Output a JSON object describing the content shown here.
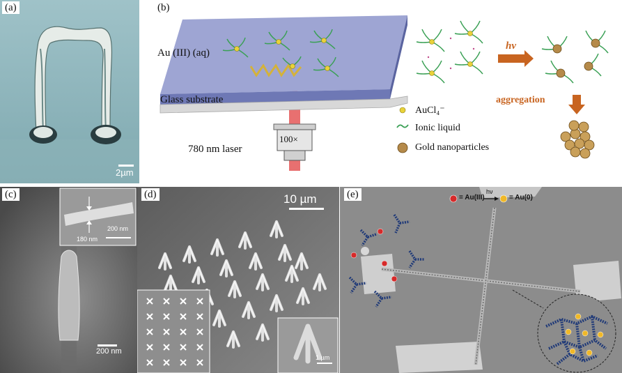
{
  "figure": {
    "panels": {
      "a": {
        "label": "(a)",
        "scale_bar": "2µm"
      },
      "b": {
        "label": "(b)",
        "solution_label": "Au (III) (aq)",
        "substrate_label": "Glass substrate",
        "objective_label": "100×",
        "laser_label": "780 nm laser",
        "photon_label": "hν",
        "aggregation_label": "aggregation",
        "legend": {
          "aucl4": "AuCl₄⁻",
          "ionic_liquid": "Ionic liquid",
          "gold_np": "Gold nanoparticles"
        }
      },
      "c": {
        "label": "(c)",
        "inset_scale": "200 nm",
        "inset_width": "180 nm",
        "scale_bar": "200 nm"
      },
      "d": {
        "label": "(d)",
        "scale_bar": "10 µm",
        "inset_scale": "1 µm"
      },
      "e": {
        "label": "(e)",
        "legend_au3": "= Au(III)",
        "legend_hv": "hν",
        "legend_au0": "= Au(0)"
      }
    },
    "colors": {
      "solution_box": "#8a93c8",
      "gold_particle": "#b58a4a",
      "ionic_liquid": "#3aa055",
      "aucl4": "#e8d23a",
      "arrow": "#c86420",
      "laser": "#d83030",
      "au3_dot": "#d62a2a",
      "au0_dot": "#f0b828",
      "polymer": "#203a78"
    }
  }
}
